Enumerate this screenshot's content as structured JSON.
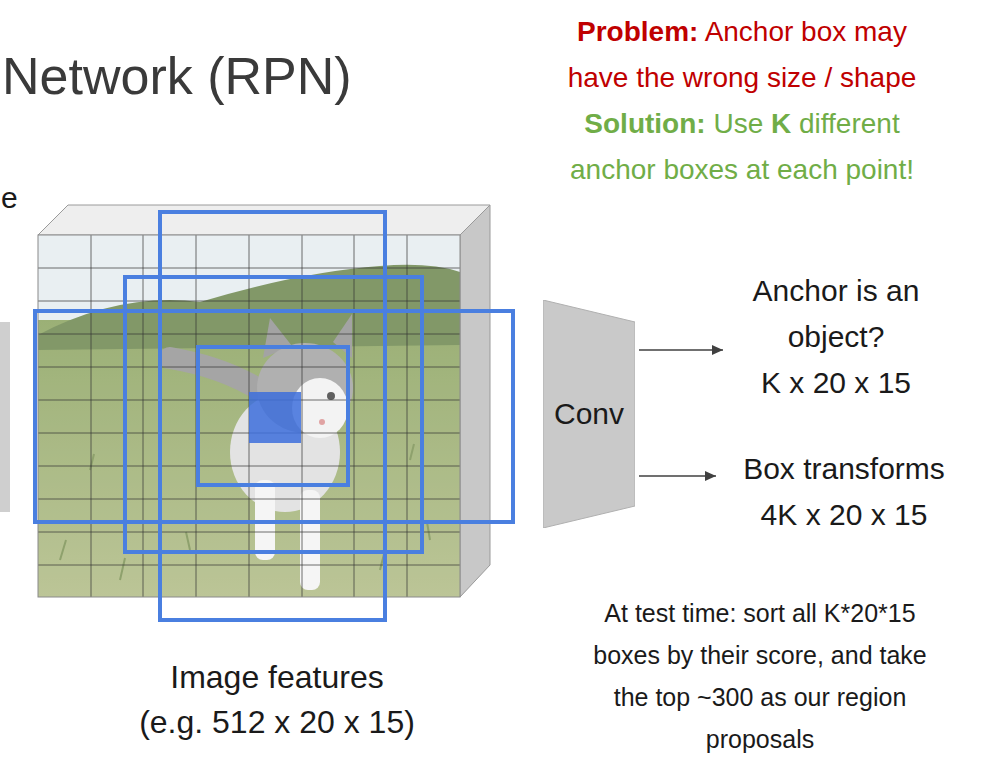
{
  "diagram": {
    "title": "Network (RPN)",
    "nodes": [
      {
        "text": [
          "Image features (e.g. 512 x 20 x 15)"
        ]
      },
      {
        "text": [
          "Conv"
        ]
      },
      {
        "text": [
          "Anchor is an object?",
          "K x 20 x 15"
        ]
      },
      {
        "text": [
          "Box transforms",
          "4K x 20 x 15"
        ]
      }
    ],
    "edges": [
      {
        "from": 1,
        "to": 2,
        "arrow": "to"
      },
      {
        "from": 1,
        "to": 3,
        "arrow": "to"
      }
    ],
    "labels": [
      "e",
      "Problem:",
      " Anchor box may have the wrong size / shape",
      "Solution:",
      " Use ",
      "K",
      " different anchor boxes at each point!",
      "At test time: sort all K*20*15 boxes by their score, and take the top ~300 as our region proposals"
    ]
  }
}
